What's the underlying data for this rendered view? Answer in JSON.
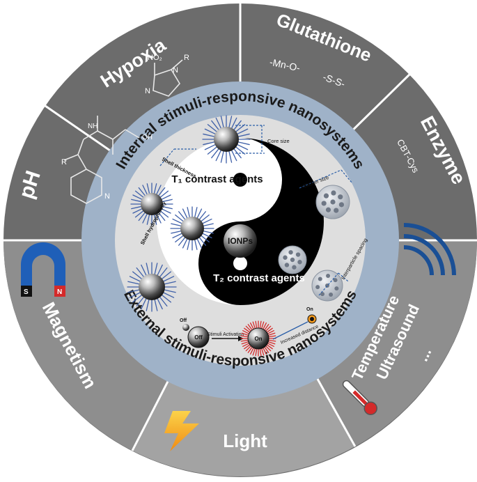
{
  "internal_ring": {
    "label": "Internal stimuli-responsive nanosystems"
  },
  "external_ring": {
    "label": "External stimuli-responsive nanosystems"
  },
  "internal_stimuli": [
    {
      "label": "pH"
    },
    {
      "label": "Hypoxia"
    },
    {
      "label": "Glutathione",
      "formula_a": "-Mn-O-",
      "formula_b": "-S-S-"
    },
    {
      "label": "Enzyme",
      "formula": "CBT-Cys"
    }
  ],
  "external_stimuli": [
    {
      "label": "Magnetism"
    },
    {
      "label": "Light"
    },
    {
      "label": "Temperature"
    },
    {
      "label": "Ultrasound"
    },
    {
      "label": "..."
    }
  ],
  "magnet": {
    "south": "S",
    "north": "N"
  },
  "hypoxia_chem": {
    "no2": "NO₂",
    "n1": "N",
    "n2": "N",
    "r": "R"
  },
  "ph_chem": {
    "r": "R",
    "n": "N",
    "nh": "NH",
    "oh": "OH"
  },
  "core": {
    "t1": "T₁ contrast agents",
    "t2": "T₂ contrast agents",
    "center": "IONPs",
    "core_size": "Core size",
    "shell_thickness": "Shell thickness",
    "cluster_size": "Cluster size",
    "shell_hydrophilicity": "Shell hydrophilicity",
    "interparticle_spacing": "Interparticle spacing",
    "off_small": "Off",
    "off": "Off",
    "on": "On",
    "on_small": "On",
    "stimuli_activation": "Stimuli Activation",
    "increased_distance": "Increased distance"
  },
  "colors": {
    "outer_ring": "#6c6c6c",
    "outer_ring_light": "#9a9a9a",
    "middle_ring": "#9fb2c8",
    "inner_disc": "#dcdcdc",
    "accent_red": "#d42a2a",
    "accent_blue": "#1a4f95",
    "accent_orange": "#f39a1e"
  }
}
